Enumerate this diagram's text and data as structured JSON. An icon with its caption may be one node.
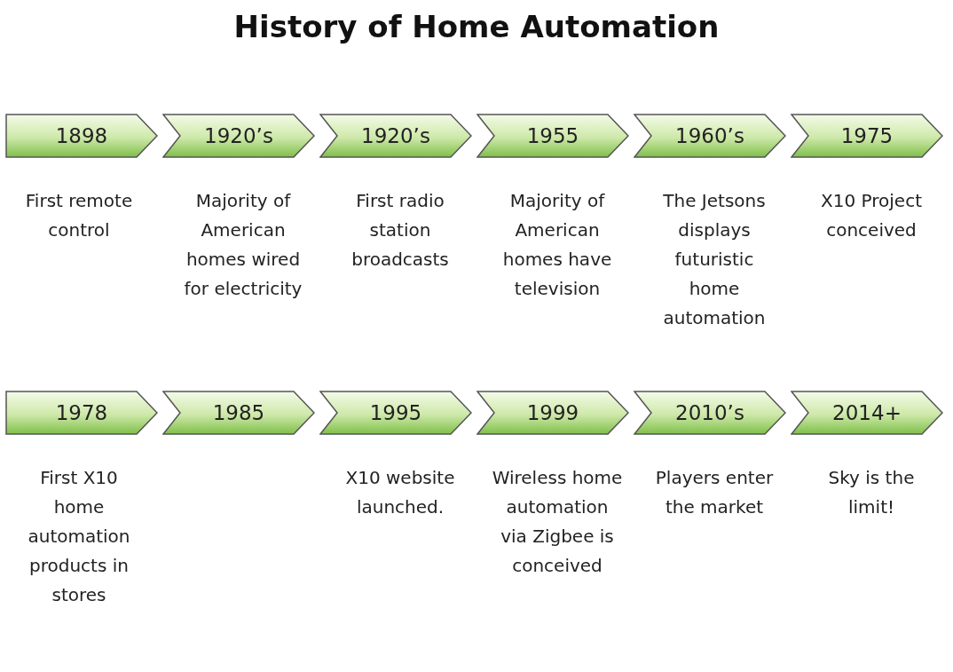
{
  "diagram": {
    "title": "History of Home Automation",
    "nodes": [
      {
        "text": [
          "1898"
        ],
        "beside": [
          "First remote control"
        ]
      },
      {
        "text": [
          "1920’s"
        ],
        "beside": [
          "Majority of American homes wired for electricity"
        ]
      },
      {
        "text": [
          "1920’s"
        ],
        "beside": [
          "First radio station broadcasts"
        ]
      },
      {
        "text": [
          "1955"
        ],
        "beside": [
          "Majority of American homes have television"
        ]
      },
      {
        "text": [
          "1960’s"
        ],
        "beside": [
          "The Jetsons displays futuristic home automation"
        ]
      },
      {
        "text": [
          "1975"
        ],
        "beside": [
          "X10 Project conceived"
        ]
      },
      {
        "text": [
          "1978"
        ],
        "beside": [
          "First X10 home automation products in stores"
        ]
      },
      {
        "text": [
          "1985"
        ]
      },
      {
        "text": [
          "1995"
        ],
        "beside": [
          "X10 website launched."
        ]
      },
      {
        "text": [
          "1999"
        ],
        "beside": [
          "Wireless home automation via Zigbee is conceived"
        ]
      },
      {
        "text": [
          "2010’s"
        ],
        "beside": [
          "Players enter the market"
        ]
      },
      {
        "text": [
          "2014+"
        ],
        "beside": [
          "Sky is the limit!"
        ]
      }
    ],
    "edges": []
  }
}
